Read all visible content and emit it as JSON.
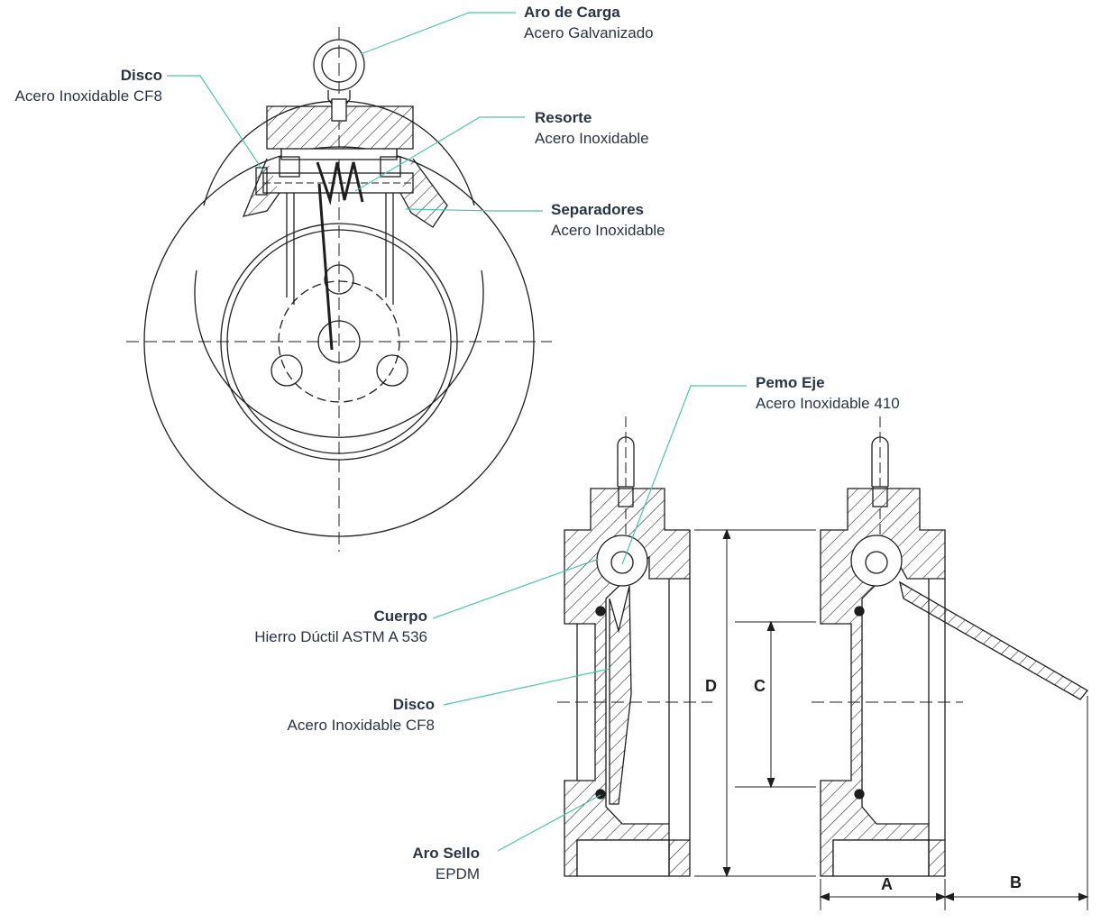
{
  "callouts": {
    "aro_de_carga": {
      "title": "Aro de Carga",
      "subtitle": "Acero Galvanizado"
    },
    "disco_top": {
      "title": "Disco",
      "subtitle": "Acero Inoxidable CF8"
    },
    "resorte": {
      "title": "Resorte",
      "subtitle": "Acero Inoxidable"
    },
    "separadores": {
      "title": "Separadores",
      "subtitle": "Acero Inoxidable"
    },
    "pemo_eje": {
      "title": "Pemo Eje",
      "subtitle": "Acero Inoxidable 410"
    },
    "cuerpo": {
      "title": "Cuerpo",
      "subtitle": "Hierro Dúctil ASTM A 536"
    },
    "disco_side": {
      "title": "Disco",
      "subtitle": "Acero Inoxidable CF8"
    },
    "aro_sello": {
      "title": "Aro Sello",
      "subtitle": "EPDM"
    }
  },
  "dimensions": {
    "d": "D",
    "c": "C",
    "a": "A",
    "b": "B"
  },
  "colors": {
    "leader": "#4fc3a8",
    "line": "#1e1e1e",
    "text": "#2b3343"
  }
}
